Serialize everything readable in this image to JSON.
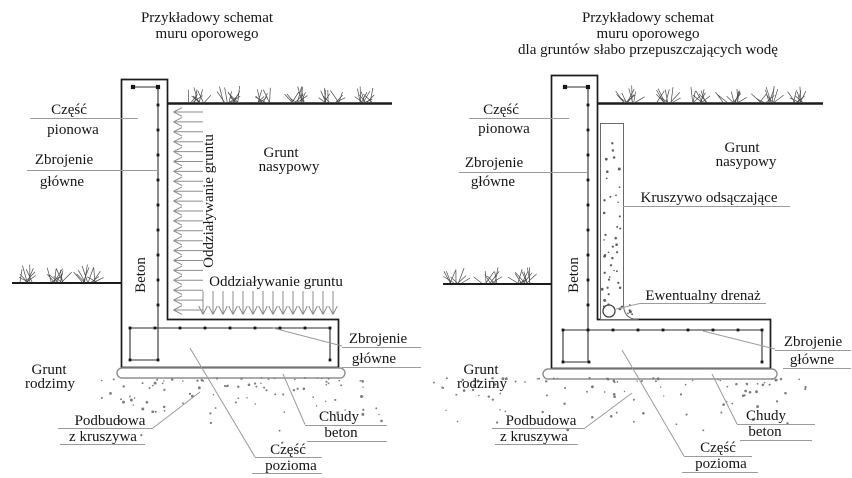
{
  "colors": {
    "background": "#ffffff",
    "ink": "#1c1c1c",
    "rebar": "#2e2e2e",
    "leader": "#9b9b9b",
    "arrow": "#8d8d8d",
    "grass": "#4a4a4a",
    "aggregate_dot": "#7e7e7e",
    "strip_dot": "#5f5f5f",
    "lean_concrete_outline": "#8f8f8f"
  },
  "left": {
    "title": [
      "Przykładowy schemat",
      "muru oporowego"
    ],
    "wall_label_vertical": "Beton",
    "pressure_label_vertical": "Oddziaływanie gruntu",
    "pressure_label_horizontal": "Oddziaływanie gruntu",
    "labels": {
      "czesc_pionowa": [
        "Część",
        "pionowa"
      ],
      "zbrojenie_glowne_sciana": [
        "Zbrojenie",
        "główne"
      ],
      "grunt_nasypowy": [
        "Grunt",
        "nasypowy"
      ],
      "zbrojenie_glowne_lawa": [
        "Zbrojenie",
        "główne"
      ],
      "grunt_rodzimy": [
        "Grunt",
        "rodzimy"
      ],
      "podbudowa": [
        "Podbudowa",
        "z kruszywa"
      ],
      "chudy_beton": [
        "Chudy",
        "beton"
      ],
      "czesc_pozioma": [
        "Część",
        "pozioma"
      ]
    }
  },
  "right": {
    "title": [
      "Przykładowy schemat",
      "muru oporowego",
      "dla gruntów słabo przepuszczających wodę"
    ],
    "wall_label_vertical": "Beton",
    "labels": {
      "czesc_pionowa": [
        "Część",
        "pionowa"
      ],
      "zbrojenie_glowne_sciana": [
        "Zbrojenie",
        "główne"
      ],
      "grunt_nasypowy": [
        "Grunt",
        "nasypowy"
      ],
      "kruszywo_odsaczajace": "Kruszywo odsączające",
      "ewentualny_drenaz": "Ewentualny drenaż",
      "zbrojenie_glowne_lawa": [
        "Zbrojenie",
        "główne"
      ],
      "grunt_rodzimy": [
        "Grunt",
        "rodzimy"
      ],
      "podbudowa": [
        "Podbudowa",
        "z kruszywa"
      ],
      "chudy_beton": [
        "Chudy",
        "beton"
      ],
      "czesc_pozioma": [
        "Część",
        "pozioma"
      ]
    }
  }
}
